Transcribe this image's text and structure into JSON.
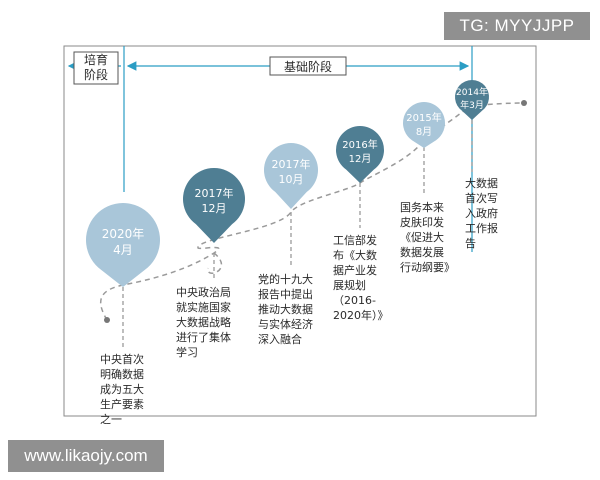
{
  "watermarks": {
    "top": "TG: MYYJJPP",
    "bottom": "www.likaojy.com"
  },
  "phases": {
    "cultivation": "培育\n阶段",
    "foundation": "基础阶段"
  },
  "milestones": [
    {
      "id": "2020-04",
      "year": "2020年",
      "month": "4月",
      "color": "#a9c6d9",
      "note": "中央首次\n明确数据\n成为五大\n生产要素\n之一"
    },
    {
      "id": "2017-12",
      "year": "2017年",
      "month": "12月",
      "color": "#4f7e93",
      "note": "中央政治局\n就实施国家\n大数据战略\n进行了集体\n学习"
    },
    {
      "id": "2017-10",
      "year": "2017年",
      "month": "10月",
      "color": "#a9c6d9",
      "note": "党的十九大\n报告中提出\n推动大数据\n与实体经济\n深入融合"
    },
    {
      "id": "2016-12",
      "year": "2016年",
      "month": "12月",
      "color": "#4f7e93",
      "note": "工信部发\n布《大数\n据产业发\n展规划\n（2016-\n2020年）》"
    },
    {
      "id": "2015-08",
      "year": "2015年",
      "month": "8月",
      "color": "#a9c6d9",
      "note": "国务本来\n皮肤印发\n《促进大\n数据发展\n行动纲要》"
    },
    {
      "id": "2014-03",
      "year": "2014年",
      "month": "年3月",
      "color": "#4f7e93",
      "note": "大数据\n首次写\n入政府\n工作报\n告"
    }
  ],
  "colors": {
    "dark_pin": "#4f7e93",
    "light_pin": "#a9c6d9",
    "arrow": "#2b9dc4",
    "dashed": "#9a9a9a",
    "frame": "#8a8a8a"
  }
}
